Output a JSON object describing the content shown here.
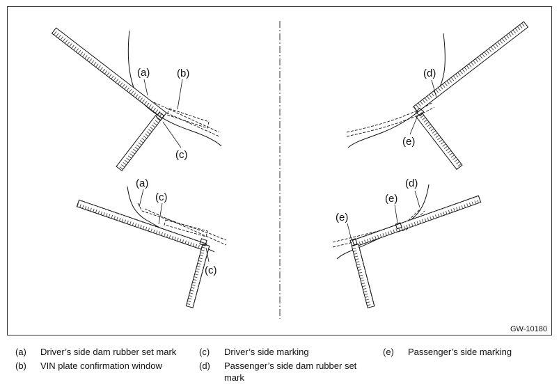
{
  "figure_id": "GW-10180",
  "callouts": {
    "tl_a": "(a)",
    "tl_b": "(b)",
    "tl_c": "(c)",
    "tr_d": "(d)",
    "tr_e": "(e)",
    "bl_a": "(a)",
    "bl_c1": "(c)",
    "bl_c2": "(c)",
    "br_e1": "(e)",
    "br_e2": "(e)",
    "br_d": "(d)"
  },
  "legend": [
    {
      "key": "(a)",
      "text": "Driver’s side dam rubber set mark"
    },
    {
      "key": "(b)",
      "text": "VIN plate confirmation window"
    },
    {
      "key": "(c)",
      "text": "Driver’s side marking"
    },
    {
      "key": "(d)",
      "text": "Passenger’s side dam rubber set mark"
    },
    {
      "key": "(e)",
      "text": "Passenger’s side marking"
    }
  ]
}
